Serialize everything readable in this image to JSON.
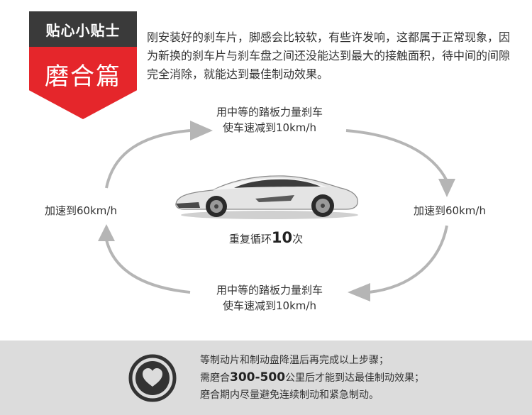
{
  "badge": {
    "top_text": "贴心小贴士",
    "main_text": "磨合篇"
  },
  "intro": {
    "text": "刚安装好的刹车片，脚感会比较软，有些许发响，这都属于正常现象，因为新换的刹车片与刹车盘之间还没能达到最大的接触面积，待中间的间隙完全消除，就能达到最佳制动效果。"
  },
  "cycle": {
    "top_line1": "用中等的踏板力量刹车",
    "top_line2": "使车速减到10km/h",
    "bottom_line1": "用中等的踏板力量刹车",
    "bottom_line2": "使车速减到10km/h",
    "left": "加速到60km/h",
    "right": "加速到60km/h",
    "repeat_prefix": "重复循环",
    "repeat_count": "10",
    "repeat_suffix": "次"
  },
  "note": {
    "line1": "等制动片和制动盘降温后再完成以上步骤；",
    "line2_prefix": "需磨合",
    "line2_range": "300-500",
    "line2_suffix": "公里后才能到达最佳制动效果；",
    "line3": "磨合期内尽量避免连续制动和紧急制动。"
  },
  "colors": {
    "badge_dark": "#3a3a3a",
    "badge_red": "#e5262b",
    "arrow_gray": "#b5b5b5",
    "note_bg": "#dcdcdc",
    "icon_dark": "#333333"
  },
  "icons": {
    "note_icon": "heart-icon"
  }
}
